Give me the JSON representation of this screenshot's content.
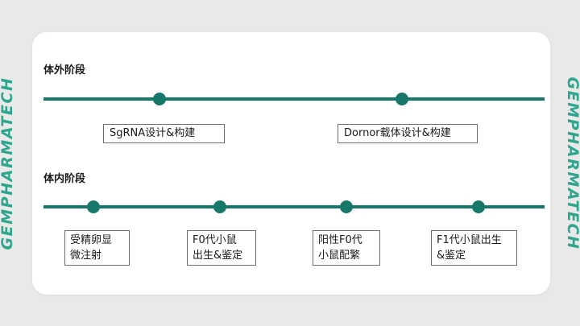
{
  "brand": {
    "left_text": "GEMPHARMATECH",
    "right_text": "GEMPHARMATECH",
    "color": "#2ea58c"
  },
  "diagram": {
    "line_color": "#17776b",
    "stages": [
      {
        "title": "体外阶段",
        "steps": [
          {
            "label": "SgRNA设计&构建"
          },
          {
            "label": "Dornor载体设计&构建"
          }
        ]
      },
      {
        "title": "体内阶段",
        "steps": [
          {
            "label": "受精卵显\n微注射"
          },
          {
            "label": "F0代小鼠\n出生&鉴定"
          },
          {
            "label": "阳性F0代\n小鼠配繁"
          },
          {
            "label": "F1代小鼠出生\n&鉴定"
          }
        ]
      }
    ]
  }
}
